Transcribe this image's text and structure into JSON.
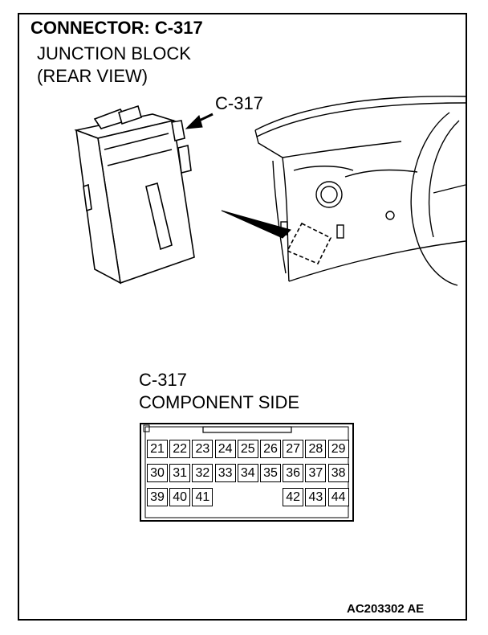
{
  "title": "CONNECTOR: C-317",
  "subtitle_line1": "JUNCTION BLOCK",
  "subtitle_line2": "(REAR VIEW)",
  "callout_label": "C-317",
  "connector_label": "C-317",
  "connector_side": "COMPONENT SIDE",
  "figure_code": "AC203302 AE",
  "pins": {
    "row1": [
      "21",
      "22",
      "23",
      "24",
      "25",
      "26",
      "27",
      "28",
      "29"
    ],
    "row2": [
      "30",
      "31",
      "32",
      "33",
      "34",
      "35",
      "36",
      "37",
      "38"
    ],
    "row3": [
      "39",
      "40",
      "41",
      "",
      "",
      "",
      "42",
      "43",
      "44"
    ]
  }
}
